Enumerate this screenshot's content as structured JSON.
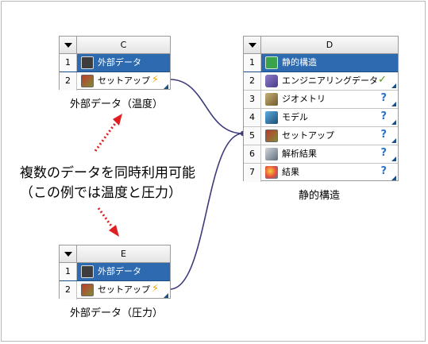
{
  "colors": {
    "wire": "#3a3a7a",
    "arrow": "#e02020",
    "selected": "#2d6aaf"
  },
  "block_c": {
    "title": "C",
    "rows": [
      {
        "num": "1",
        "label": "外部データ",
        "icon": "external-data-icon"
      },
      {
        "num": "2",
        "label": "セットアップ",
        "icon": "setup-icon",
        "status": "⚡"
      }
    ],
    "caption": "外部データ（温度）"
  },
  "block_e": {
    "title": "E",
    "rows": [
      {
        "num": "1",
        "label": "外部データ",
        "icon": "external-data-icon"
      },
      {
        "num": "2",
        "label": "セットアップ",
        "icon": "setup-icon",
        "status": "⚡"
      }
    ],
    "caption": "外部データ（圧力）"
  },
  "block_d": {
    "title": "D",
    "rows": [
      {
        "num": "1",
        "label": "静的構造",
        "icon": "static-structural-icon"
      },
      {
        "num": "2",
        "label": "エンジニアリングデータ",
        "icon": "engineering-data-icon",
        "status": "✓"
      },
      {
        "num": "3",
        "label": "ジオメトリ",
        "icon": "geometry-icon",
        "status": "?"
      },
      {
        "num": "4",
        "label": "モデル",
        "icon": "model-icon",
        "status": "?"
      },
      {
        "num": "5",
        "label": "セットアップ",
        "icon": "setup-icon",
        "status": "?"
      },
      {
        "num": "6",
        "label": "解析結果",
        "icon": "solution-icon",
        "status": "?"
      },
      {
        "num": "7",
        "label": "結果",
        "icon": "results-icon",
        "status": "?"
      }
    ],
    "caption": "静的構造"
  },
  "annotation": {
    "line1": "複数のデータを同時利用可能",
    "line2": "（この例では温度と圧力）"
  }
}
